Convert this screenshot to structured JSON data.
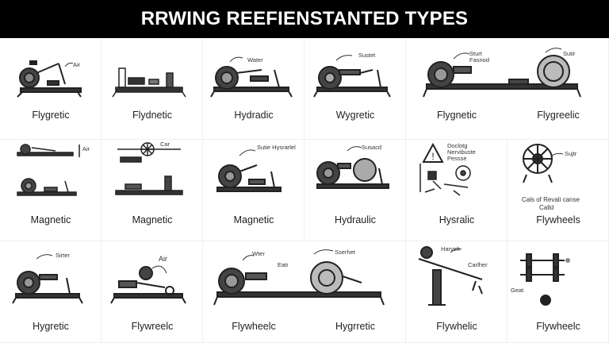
{
  "title": "RRWING REEFIENSTANTED TYPES",
  "rows": [
    {
      "labels": [
        "Flygretic",
        "Flydnetic",
        "Hydradic",
        "Wygretic",
        "Flygnetic",
        "Flygreelic"
      ],
      "annotations": [
        "Air",
        "Water",
        "Sustet",
        "Sturt Fasnod",
        "Sutir"
      ]
    },
    {
      "labels": [
        "Magnetic",
        "Magnetic",
        "Magnetic",
        "Hydraulic",
        "Hysralic",
        "Flywheels"
      ],
      "annotations": [
        "Air",
        "Car",
        "Sutie Hysrarlel",
        "Susacd",
        "Doclotg Nervibuste Pessse",
        "Sujtr",
        "Cals of Revali canse",
        "Calld"
      ]
    },
    {
      "labels": [
        "Hygretic",
        "Flywreelc",
        "Flywheelc",
        "Hygrretic",
        "Flywhelic",
        "Flywheelc"
      ],
      "annotations": [
        "Sirter",
        "Air",
        "Wter",
        "Eatr",
        "Sserhet",
        "Harvelt",
        "Carlher",
        "Geat"
      ]
    }
  ]
}
